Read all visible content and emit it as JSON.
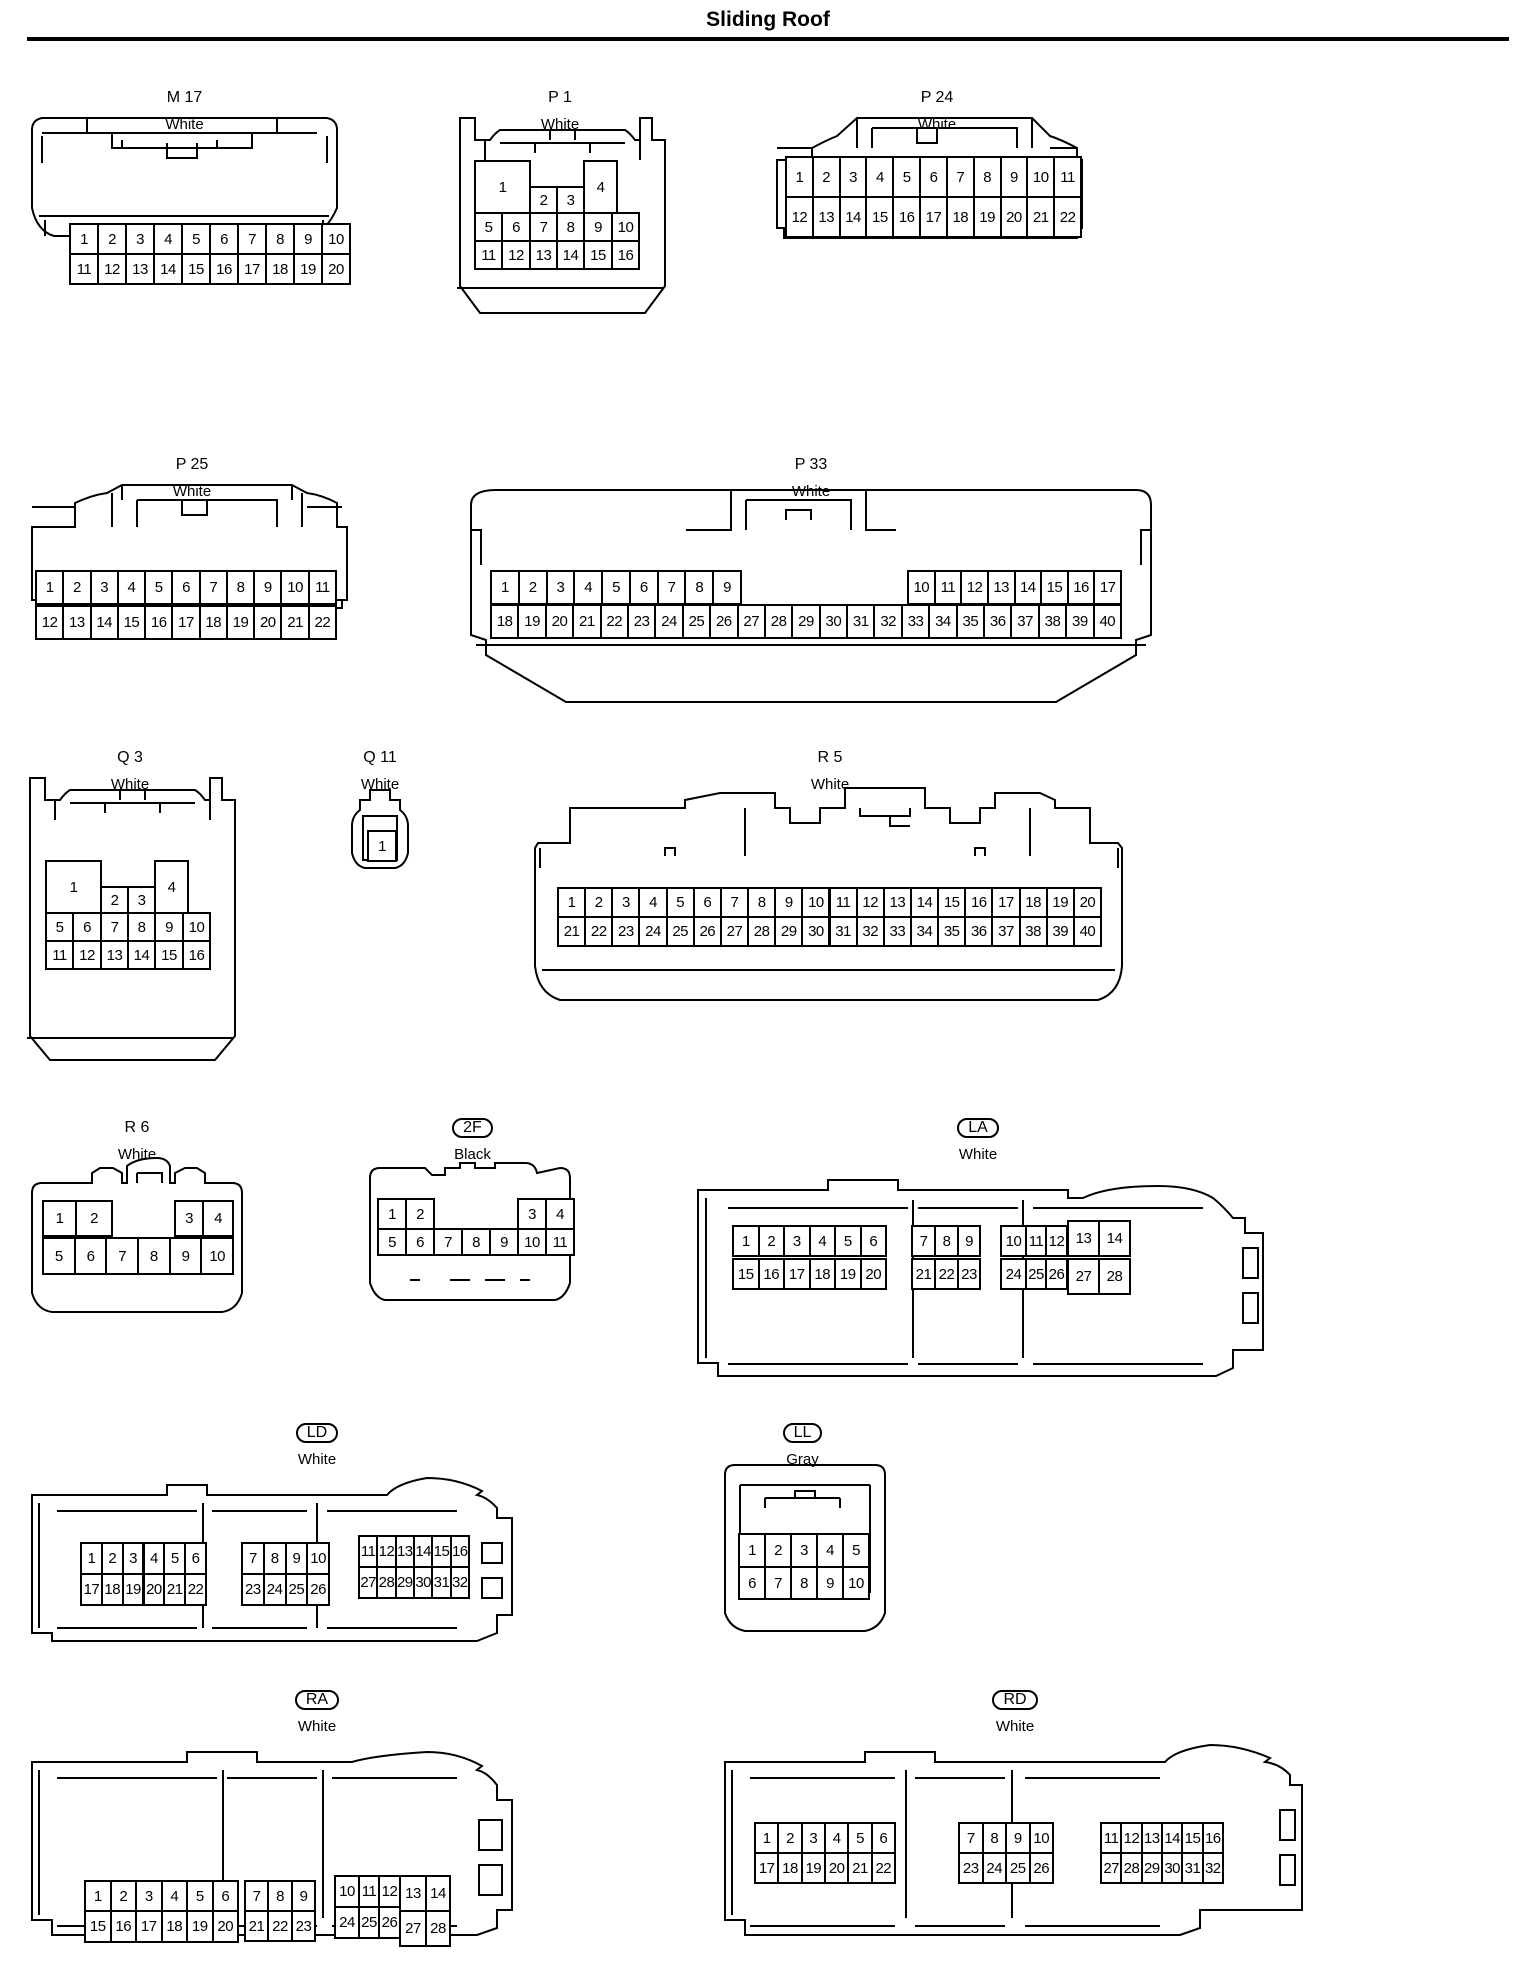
{
  "header": {
    "title": "Sliding Roof"
  },
  "connectors": [
    {
      "key": "m17",
      "id": "M 17",
      "color": "White",
      "boxed": false,
      "rows": [
        [
          "1",
          "2",
          "3",
          "4",
          "5",
          "6",
          "7",
          "8",
          "9",
          "10"
        ],
        [
          "11",
          "12",
          "13",
          "14",
          "15",
          "16",
          "17",
          "18",
          "19",
          "20"
        ]
      ]
    },
    {
      "key": "p1",
      "id": "P 1",
      "color": "White",
      "boxed": false,
      "rows": [
        [
          "1",
          "2",
          "3",
          "4"
        ],
        [
          "5",
          "6",
          "7",
          "8",
          "9",
          "10"
        ],
        [
          "11",
          "12",
          "13",
          "14",
          "15",
          "16"
        ]
      ]
    },
    {
      "key": "p24",
      "id": "P 24",
      "color": "White",
      "boxed": false,
      "rows": [
        [
          "1",
          "2",
          "3",
          "4",
          "5",
          "6",
          "7",
          "8",
          "9",
          "10",
          "11"
        ],
        [
          "12",
          "13",
          "14",
          "15",
          "16",
          "17",
          "18",
          "19",
          "20",
          "21",
          "22"
        ]
      ]
    },
    {
      "key": "p25",
      "id": "P 25",
      "color": "White",
      "boxed": false,
      "rows": [
        [
          "1",
          "2",
          "3",
          "4",
          "5",
          "6",
          "7",
          "8",
          "9",
          "10",
          "11"
        ],
        [
          "12",
          "13",
          "14",
          "15",
          "16",
          "17",
          "18",
          "19",
          "20",
          "21",
          "22"
        ]
      ]
    },
    {
      "key": "p33",
      "id": "P 33",
      "color": "White",
      "boxed": false,
      "rows": [
        [
          "1",
          "2",
          "3",
          "4",
          "5",
          "6",
          "7",
          "8",
          "9",
          "10",
          "11",
          "12",
          "13",
          "14",
          "15",
          "16",
          "17"
        ],
        [
          "18",
          "19",
          "20",
          "21",
          "22",
          "23",
          "24",
          "25",
          "26",
          "27",
          "28",
          "29",
          "30",
          "31",
          "32",
          "33",
          "34",
          "35",
          "36",
          "37",
          "38",
          "39",
          "40"
        ]
      ]
    },
    {
      "key": "q3",
      "id": "Q 3",
      "color": "White",
      "boxed": false,
      "rows": [
        [
          "1",
          "2",
          "3",
          "4"
        ],
        [
          "5",
          "6",
          "7",
          "8",
          "9",
          "10"
        ],
        [
          "11",
          "12",
          "13",
          "14",
          "15",
          "16"
        ]
      ]
    },
    {
      "key": "q11",
      "id": "Q 11",
      "color": "White",
      "boxed": false,
      "rows": [
        [
          "1"
        ]
      ]
    },
    {
      "key": "r5",
      "id": "R 5",
      "color": "White",
      "boxed": false,
      "rows": [
        [
          "1",
          "2",
          "3",
          "4",
          "5",
          "6",
          "7",
          "8",
          "9",
          "10",
          "11",
          "12",
          "13",
          "14",
          "15",
          "16",
          "17",
          "18",
          "19",
          "20"
        ],
        [
          "21",
          "22",
          "23",
          "24",
          "25",
          "26",
          "27",
          "28",
          "29",
          "30",
          "31",
          "32",
          "33",
          "34",
          "35",
          "36",
          "37",
          "38",
          "39",
          "40"
        ]
      ]
    },
    {
      "key": "r6",
      "id": "R 6",
      "color": "White",
      "boxed": false,
      "rows": [
        [
          "1",
          "2",
          "3",
          "4"
        ],
        [
          "5",
          "6",
          "7",
          "8",
          "9",
          "10"
        ]
      ]
    },
    {
      "key": "c2f",
      "id": "2F",
      "color": "Black",
      "boxed": true,
      "rows": [
        [
          "1",
          "2",
          "3",
          "4"
        ],
        [
          "5",
          "6",
          "7",
          "8",
          "9",
          "10",
          "11"
        ]
      ]
    },
    {
      "key": "la",
      "id": "LA",
      "color": "White",
      "boxed": true,
      "rows": [
        [
          "1",
          "2",
          "3",
          "4",
          "5",
          "6",
          "7",
          "8",
          "9",
          "10",
          "11",
          "12",
          "13",
          "14"
        ],
        [
          "15",
          "16",
          "17",
          "18",
          "19",
          "20",
          "21",
          "22",
          "23",
          "24",
          "25",
          "26",
          "27",
          "28"
        ]
      ]
    },
    {
      "key": "ld",
      "id": "LD",
      "color": "White",
      "boxed": true,
      "rows": [
        [
          "1",
          "2",
          "3",
          "4",
          "5",
          "6",
          "7",
          "8",
          "9",
          "10",
          "11",
          "12",
          "13",
          "14",
          "15",
          "16"
        ],
        [
          "17",
          "18",
          "19",
          "20",
          "21",
          "22",
          "23",
          "24",
          "25",
          "26",
          "27",
          "28",
          "29",
          "30",
          "31",
          "32"
        ]
      ]
    },
    {
      "key": "ll",
      "id": "LL",
      "color": "Gray",
      "boxed": true,
      "rows": [
        [
          "1",
          "2",
          "3",
          "4",
          "5"
        ],
        [
          "6",
          "7",
          "8",
          "9",
          "10"
        ]
      ]
    },
    {
      "key": "ra",
      "id": "RA",
      "color": "White",
      "boxed": true,
      "rows": [
        [
          "1",
          "2",
          "3",
          "4",
          "5",
          "6",
          "7",
          "8",
          "9",
          "10",
          "11",
          "12",
          "13",
          "14"
        ],
        [
          "15",
          "16",
          "17",
          "18",
          "19",
          "20",
          "21",
          "22",
          "23",
          "24",
          "25",
          "26",
          "27",
          "28"
        ]
      ]
    },
    {
      "key": "rd",
      "id": "RD",
      "color": "White",
      "boxed": true,
      "rows": [
        [
          "1",
          "2",
          "3",
          "4",
          "5",
          "6",
          "7",
          "8",
          "9",
          "10",
          "11",
          "12",
          "13",
          "14",
          "15",
          "16"
        ],
        [
          "17",
          "18",
          "19",
          "20",
          "21",
          "22",
          "23",
          "24",
          "25",
          "26",
          "27",
          "28",
          "29",
          "30",
          "31",
          "32"
        ]
      ]
    }
  ]
}
